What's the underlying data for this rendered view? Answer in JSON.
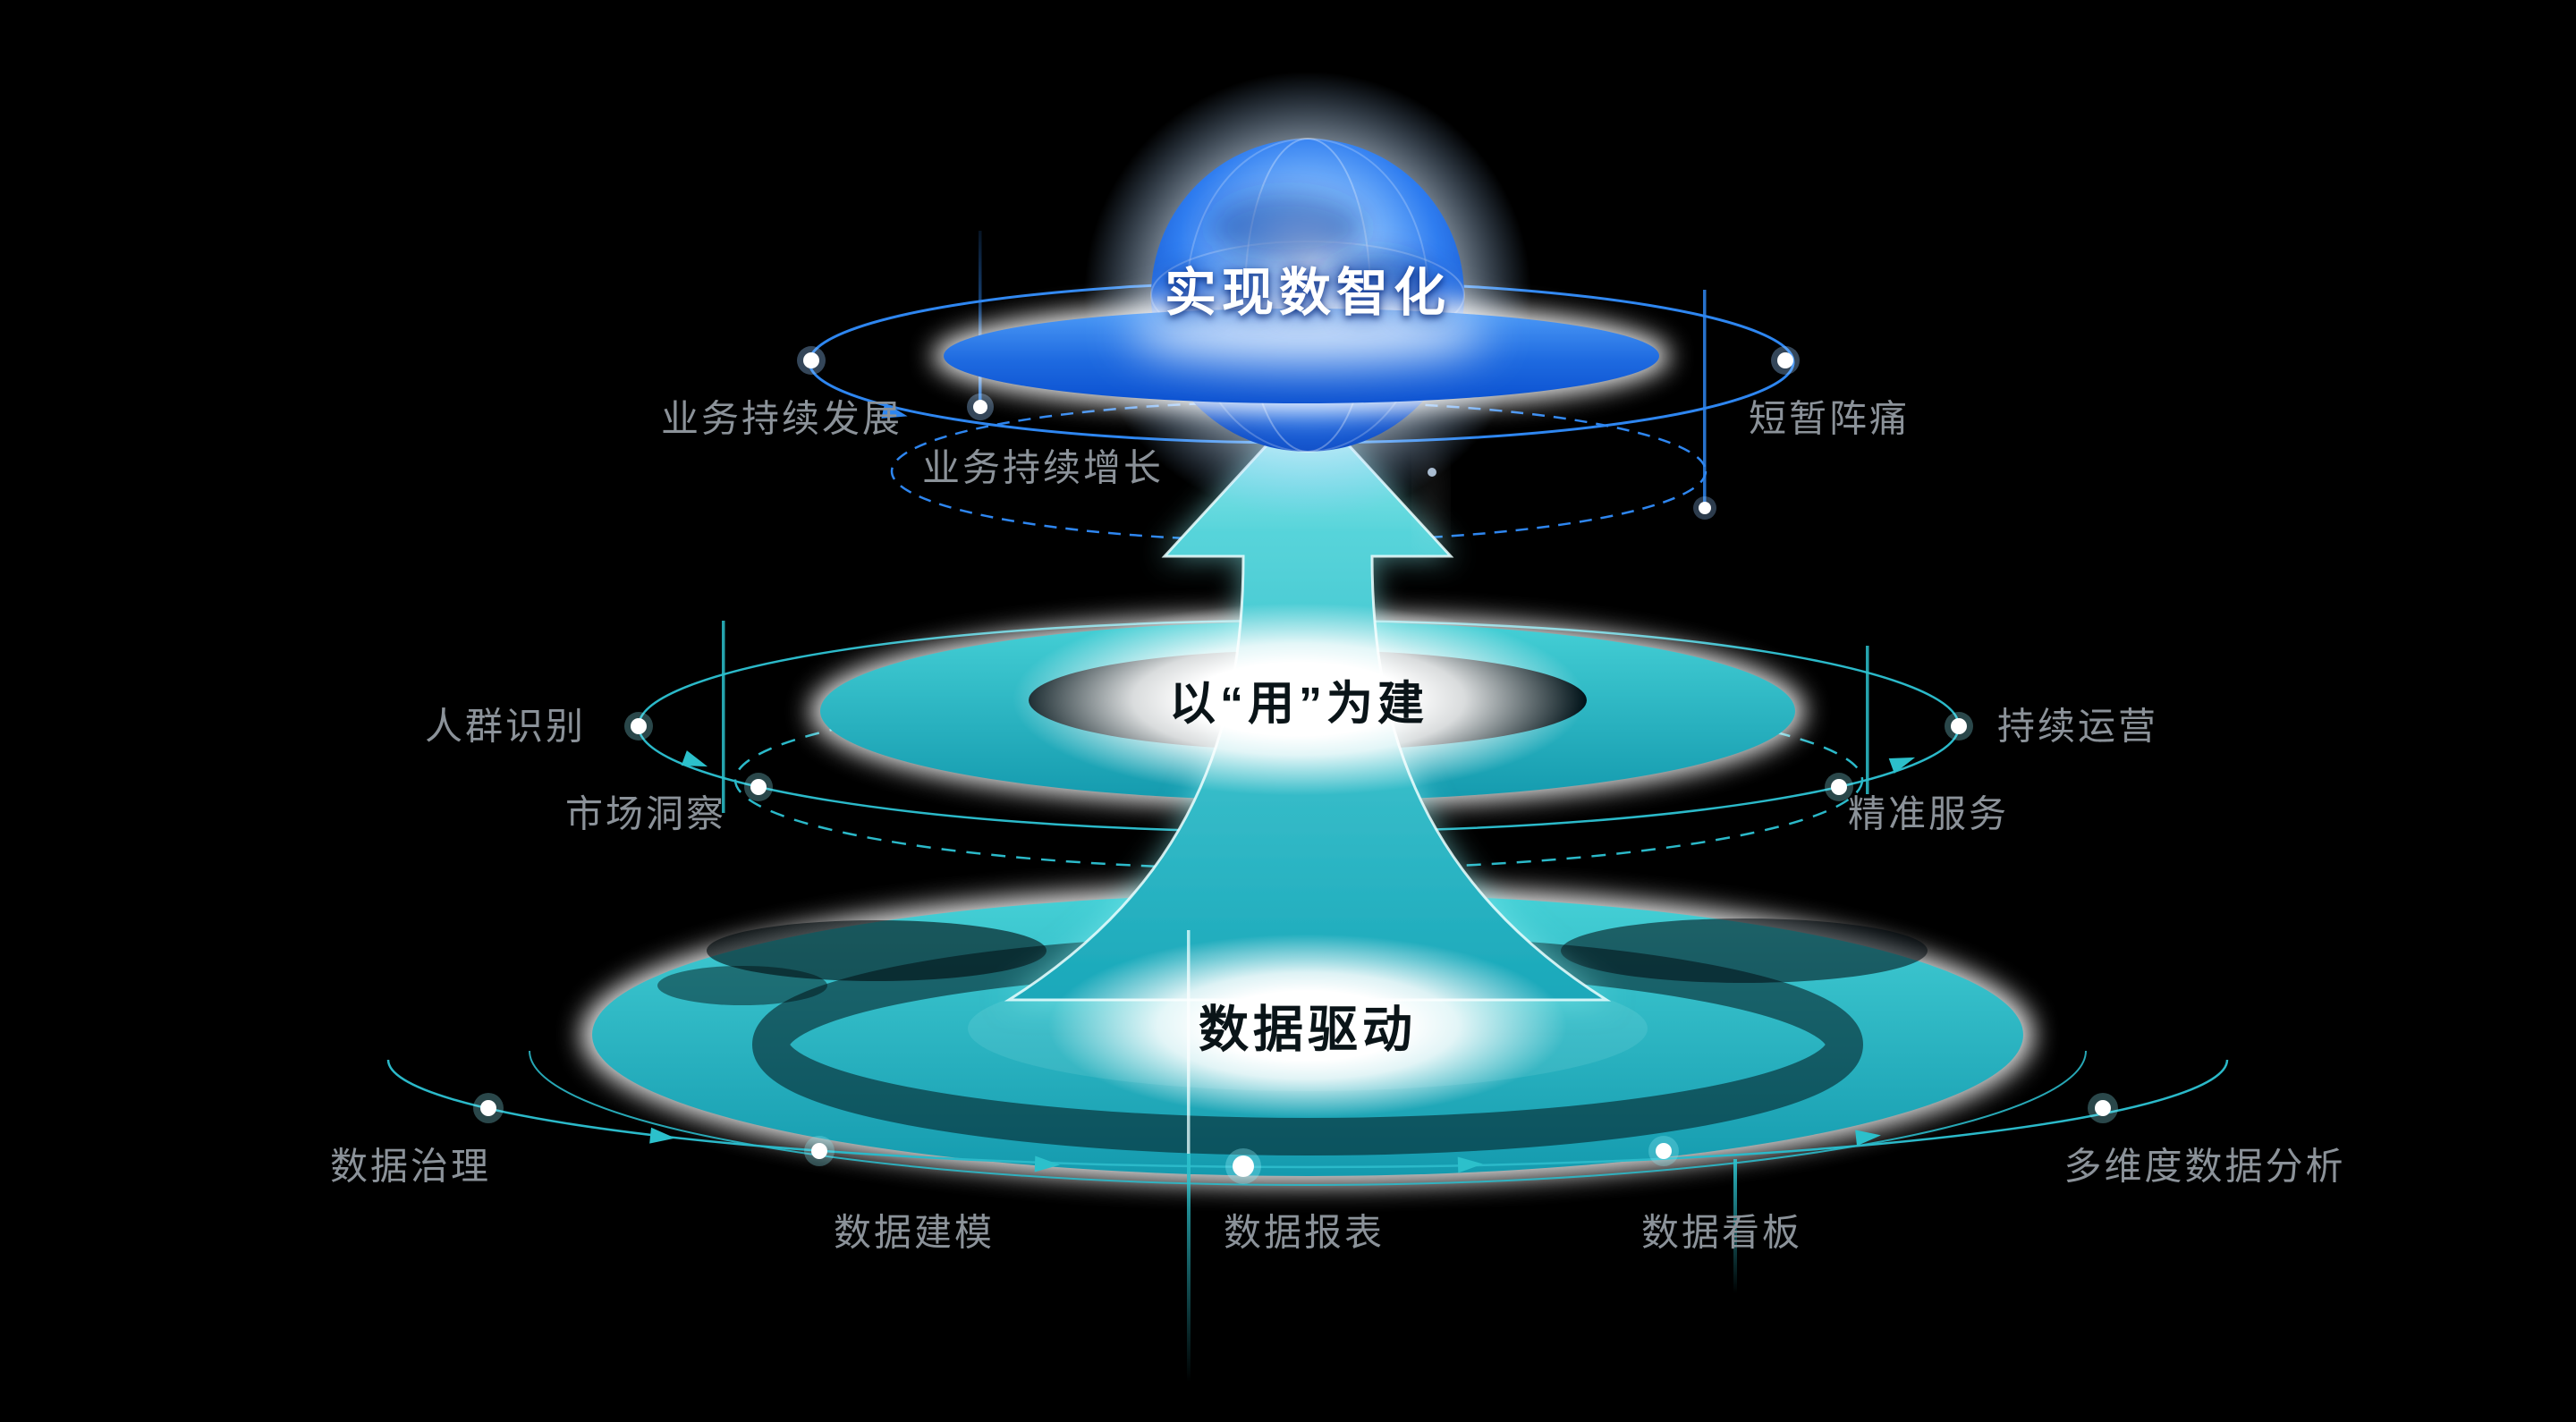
{
  "scene": {
    "background": "#000000"
  },
  "colors": {
    "top_accent": "#2e86f0",
    "teal_accent": "#2cc0cb",
    "label_text": "#8b9299",
    "disc_blue_light": "#4f9df8",
    "disc_blue_dark": "#0a50d0",
    "disc_teal_light": "#45d0d6",
    "disc_teal_dark": "#149aae",
    "glow": "#ffffff"
  },
  "tiers": {
    "top": {
      "title": "实现数智化",
      "labels": {
        "left": "业务持续发展",
        "left_lower": "业务持续增长",
        "right": "短暂阵痛"
      }
    },
    "middle": {
      "title": "以“用”为建",
      "labels": {
        "left": "人群识别",
        "left_lower": "市场洞察",
        "right": "持续运营",
        "right_lower": "精准服务"
      }
    },
    "bottom": {
      "title": "数据驱动",
      "labels": {
        "left": "数据治理",
        "bottom_1": "数据建模",
        "bottom_2": "数据报表",
        "bottom_3": "数据看板",
        "right": "多维度数据分析"
      }
    }
  }
}
